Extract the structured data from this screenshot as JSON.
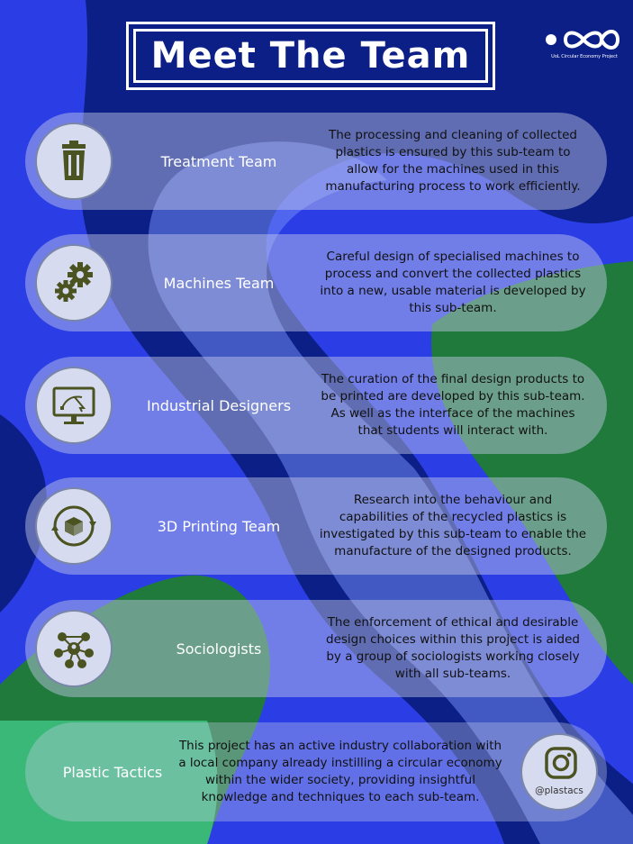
{
  "title": "Meet The Team",
  "logo": {
    "caption": "UoL Circular Economy Project",
    "icon": "infinity-logo-icon"
  },
  "teams": [
    {
      "name": "Treatment Team",
      "icon": "trash-can-icon",
      "description": "The processing and cleaning of collected plastics is ensured by this sub-team to allow for the machines used in this manufacturing process to work efficiently."
    },
    {
      "name": "Machines Team",
      "icon": "gears-icon",
      "description": "Careful design of specialised machines to process and convert the collected plastics into a new, usable material is developed by this sub-team."
    },
    {
      "name": "Industrial Designers",
      "icon": "design-monitor-icon",
      "description": "The curation of the final design products to be printed are developed by this sub-team. As well as the interface of the machines that students will interact with."
    },
    {
      "name": "3D Printing Team",
      "icon": "recycle-box-icon",
      "description": "Research into the behaviour and capabilities of the recycled plastics is investigated by this sub-team to enable the manufacture of the designed products."
    },
    {
      "name": "Sociologists",
      "icon": "people-network-icon",
      "description": "The enforcement of ethical and desirable design choices within this project is aided by a group of sociologists working closely with all sub-teams."
    }
  ],
  "partner": {
    "name": "Plastic Tactics",
    "description": "This project has an active industry collaboration with a local company already instilling a circular economy within the wider society, providing insightful knowledge and techniques to each sub-team.",
    "social_icon": "instagram-icon",
    "handle": "@plastacs"
  },
  "colors": {
    "background_blue": "#2b3ee6",
    "navy": "#0c1f86",
    "green": "#1f7a3c",
    "light_green": "#3dbf7e",
    "icon_olive": "#4b5320"
  }
}
